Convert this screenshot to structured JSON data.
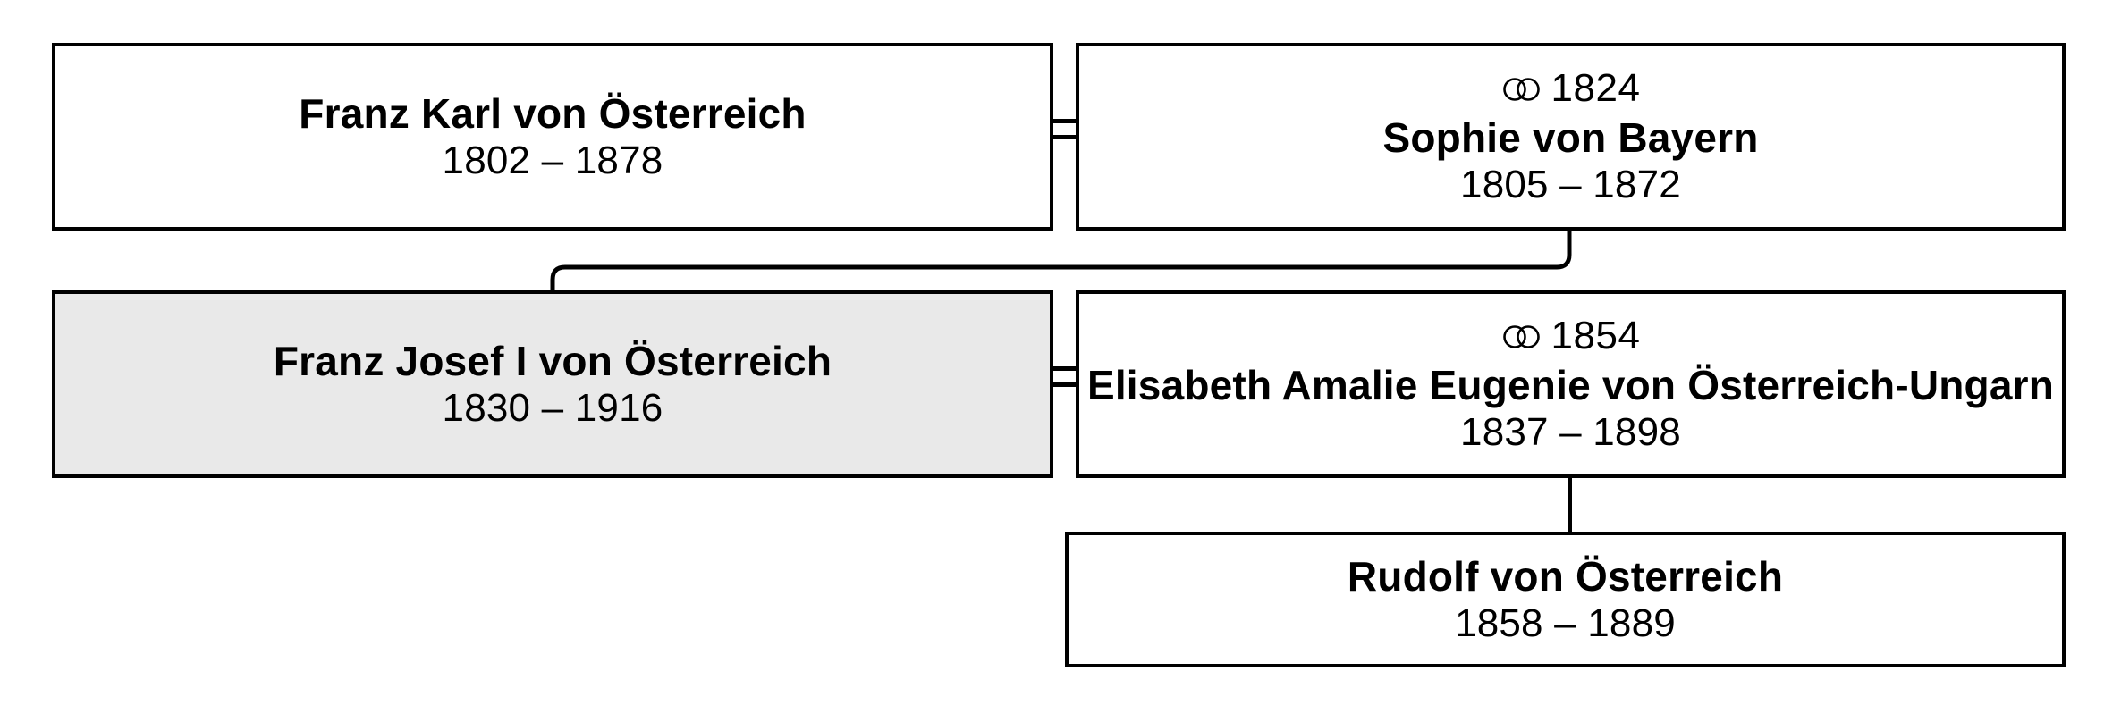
{
  "diagram": {
    "title": "Habsburg family tree fragment",
    "background_color": "#ffffff",
    "line_color": "#000000",
    "highlight_fill": "#e9e9e9",
    "marriage_symbol": "⚭"
  },
  "nodes": {
    "franz_karl": {
      "name": "Franz Karl von Österreich",
      "dates": "1802 – 1878"
    },
    "sophie": {
      "marriage": "1824",
      "name": "Sophie von Bayern",
      "dates": "1805 – 1872"
    },
    "franz_josef": {
      "name": "Franz Josef I von Österreich",
      "dates": "1830 – 1916"
    },
    "elisabeth": {
      "marriage": "1854",
      "name": "Elisabeth Amalie Eugenie von Österreich-Ungarn",
      "dates": "1837 – 1898"
    },
    "rudolf": {
      "name": "Rudolf von Österreich",
      "dates": "1858 – 1889"
    }
  }
}
